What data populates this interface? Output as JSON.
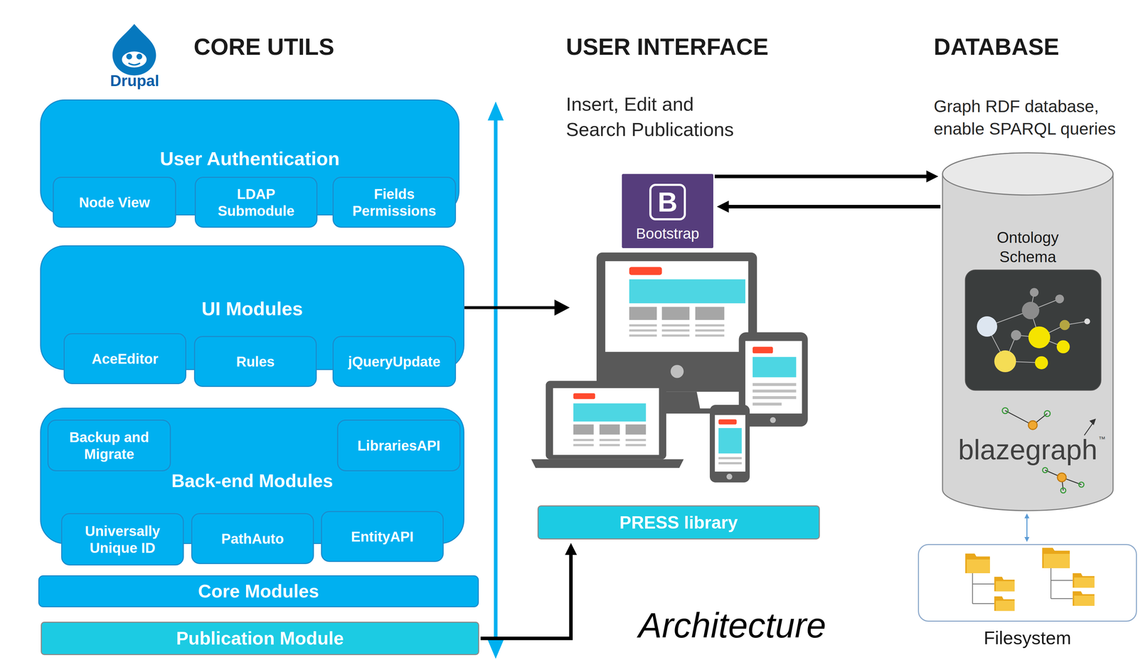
{
  "diagram": {
    "caption": "Architecture",
    "nodes": [
      {
        "text": [
          "User Authentication"
        ]
      },
      {
        "text": [
          "Node View"
        ],
        "in": 0
      },
      {
        "text": [
          "LDAP Submodule"
        ],
        "in": 0
      },
      {
        "text": [
          "Fields Permissions"
        ],
        "in": 0
      },
      {
        "text": [
          "UI Modules"
        ]
      },
      {
        "text": [
          "AceEditor"
        ],
        "in": 4
      },
      {
        "text": [
          "Rules"
        ],
        "in": 4
      },
      {
        "text": [
          "jQueryUpdate"
        ],
        "in": 4
      },
      {
        "text": [
          "Back-end Modules"
        ]
      },
      {
        "text": [
          "Backup and Migrate"
        ],
        "in": 8
      },
      {
        "text": [
          "LibrariesAPI"
        ],
        "in": 8
      },
      {
        "text": [
          "Universally Unique ID"
        ],
        "in": 8
      },
      {
        "text": [
          "PathAuto"
        ],
        "in": 8
      },
      {
        "text": [
          "EntityAPI"
        ],
        "in": 8
      },
      {
        "text": [
          "Core Modules"
        ]
      },
      {
        "text": [
          "Publication Module"
        ]
      },
      {
        "text": [
          "B",
          "Bootstrap"
        ]
      },
      {
        "text": [
          "PRESS library"
        ]
      },
      {
        "text": [
          "Ontology Schema",
          "blazegraph",
          "™"
        ]
      },
      {
        "text": [
          "Filesystem"
        ]
      }
    ],
    "edges": [
      {
        "from": 16,
        "to": 18,
        "arrow": "to"
      },
      {
        "from": 18,
        "to": 16,
        "arrow": "to"
      },
      {
        "from": 15,
        "to": 17,
        "arrow": "to"
      },
      {
        "from": 18,
        "to": 19,
        "arrow": "both"
      }
    ],
    "labels": [
      "CORE UTILS",
      "Drupal",
      "USER INTERFACE",
      "Insert, Edit and Search Publications",
      "DATABASE",
      "Graph RDF database, enable SPARQL queries"
    ]
  }
}
